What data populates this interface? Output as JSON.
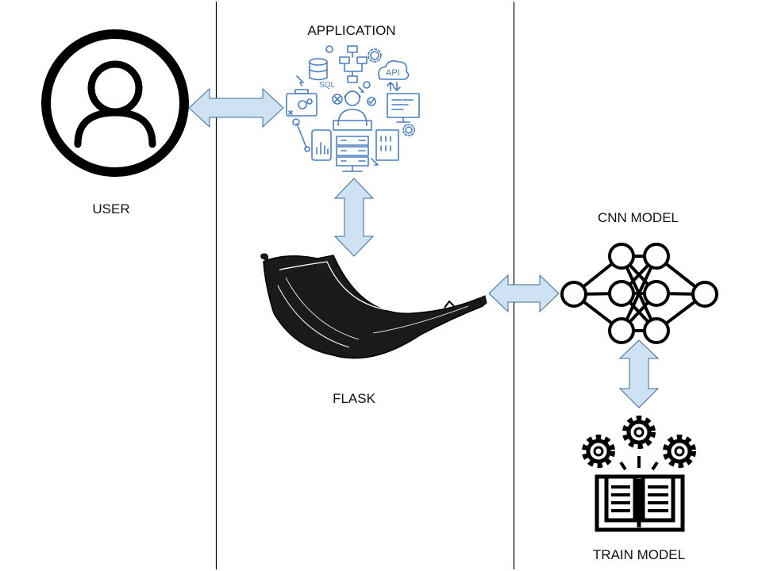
{
  "labels": {
    "user": "USER",
    "application": "APPLICATION",
    "flask": "FLASK",
    "cnn_model": "CNN MODEL",
    "train_model": "TRAIN MODEL"
  },
  "application_icon_text": {
    "sql": "SQL",
    "api": "API"
  },
  "colors": {
    "arrow_fill": "#cfe2f3",
    "arrow_stroke": "#3d6a99",
    "icon_blue": "#4a7ec2",
    "line": "#000000"
  },
  "icons": [
    "user-icon",
    "application-icon",
    "flask-horn-icon",
    "neural-network-icon",
    "train-model-icon"
  ]
}
